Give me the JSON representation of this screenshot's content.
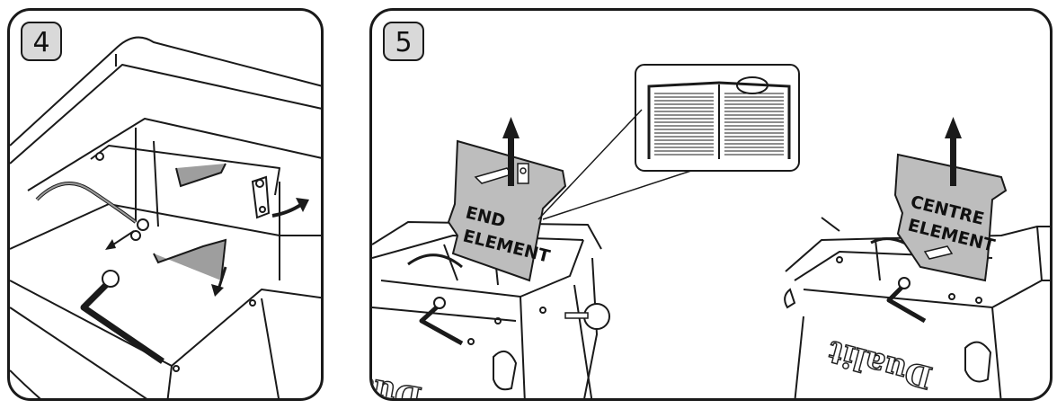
{
  "panels": [
    {
      "step": "4"
    },
    {
      "step": "5",
      "labels": {
        "end_element_line1": "END",
        "end_element_line2": "ELEMENT",
        "centre_element_line1": "CENTRE",
        "centre_element_line2": "ELEMENT"
      },
      "brand_mark": "Dualit"
    }
  ],
  "colors": {
    "outline": "#1a1a1a",
    "badge_fill": "#d9d9d9",
    "element_fill": "#bdbdbd",
    "panel_bg": "#ffffff"
  }
}
